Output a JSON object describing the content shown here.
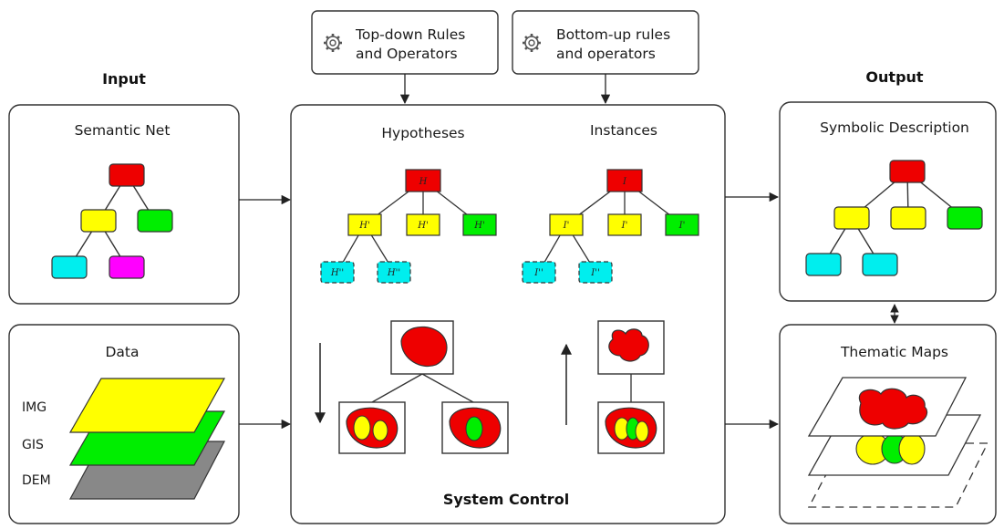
{
  "labels": {
    "input": "Input",
    "output": "Output",
    "top_down": [
      "Top-down Rules",
      "and Operators"
    ],
    "bottom_up": [
      "Bottom-up rules",
      "and operators"
    ],
    "semantic_net": "Semantic Net",
    "data": "Data",
    "hypotheses": "Hypotheses",
    "instances": "Instances",
    "system_control": "System Control",
    "symbolic_description": "Symbolic Description",
    "thematic_maps": "Thematic Maps"
  },
  "data_layers": [
    "IMG",
    "GIS",
    "DEM"
  ],
  "hypothesis_nodes": {
    "root": "H",
    "child_a": "H'",
    "child_b": "H'",
    "child_c": "H'",
    "grand_a": "H''",
    "grand_b": "H''"
  },
  "instance_nodes": {
    "root": "I",
    "child_a": "I'",
    "child_b": "I'",
    "child_c": "I'",
    "grand_a": "I''",
    "grand_b": "I''"
  },
  "colors": {
    "red": "#ee0000",
    "yellow": "#ffff00",
    "green": "#00ee00",
    "cyan": "#00eeee",
    "magenta": "#ff00ff",
    "gray": "#888888"
  },
  "icons": [
    "gear-icon",
    "gear-icon"
  ]
}
